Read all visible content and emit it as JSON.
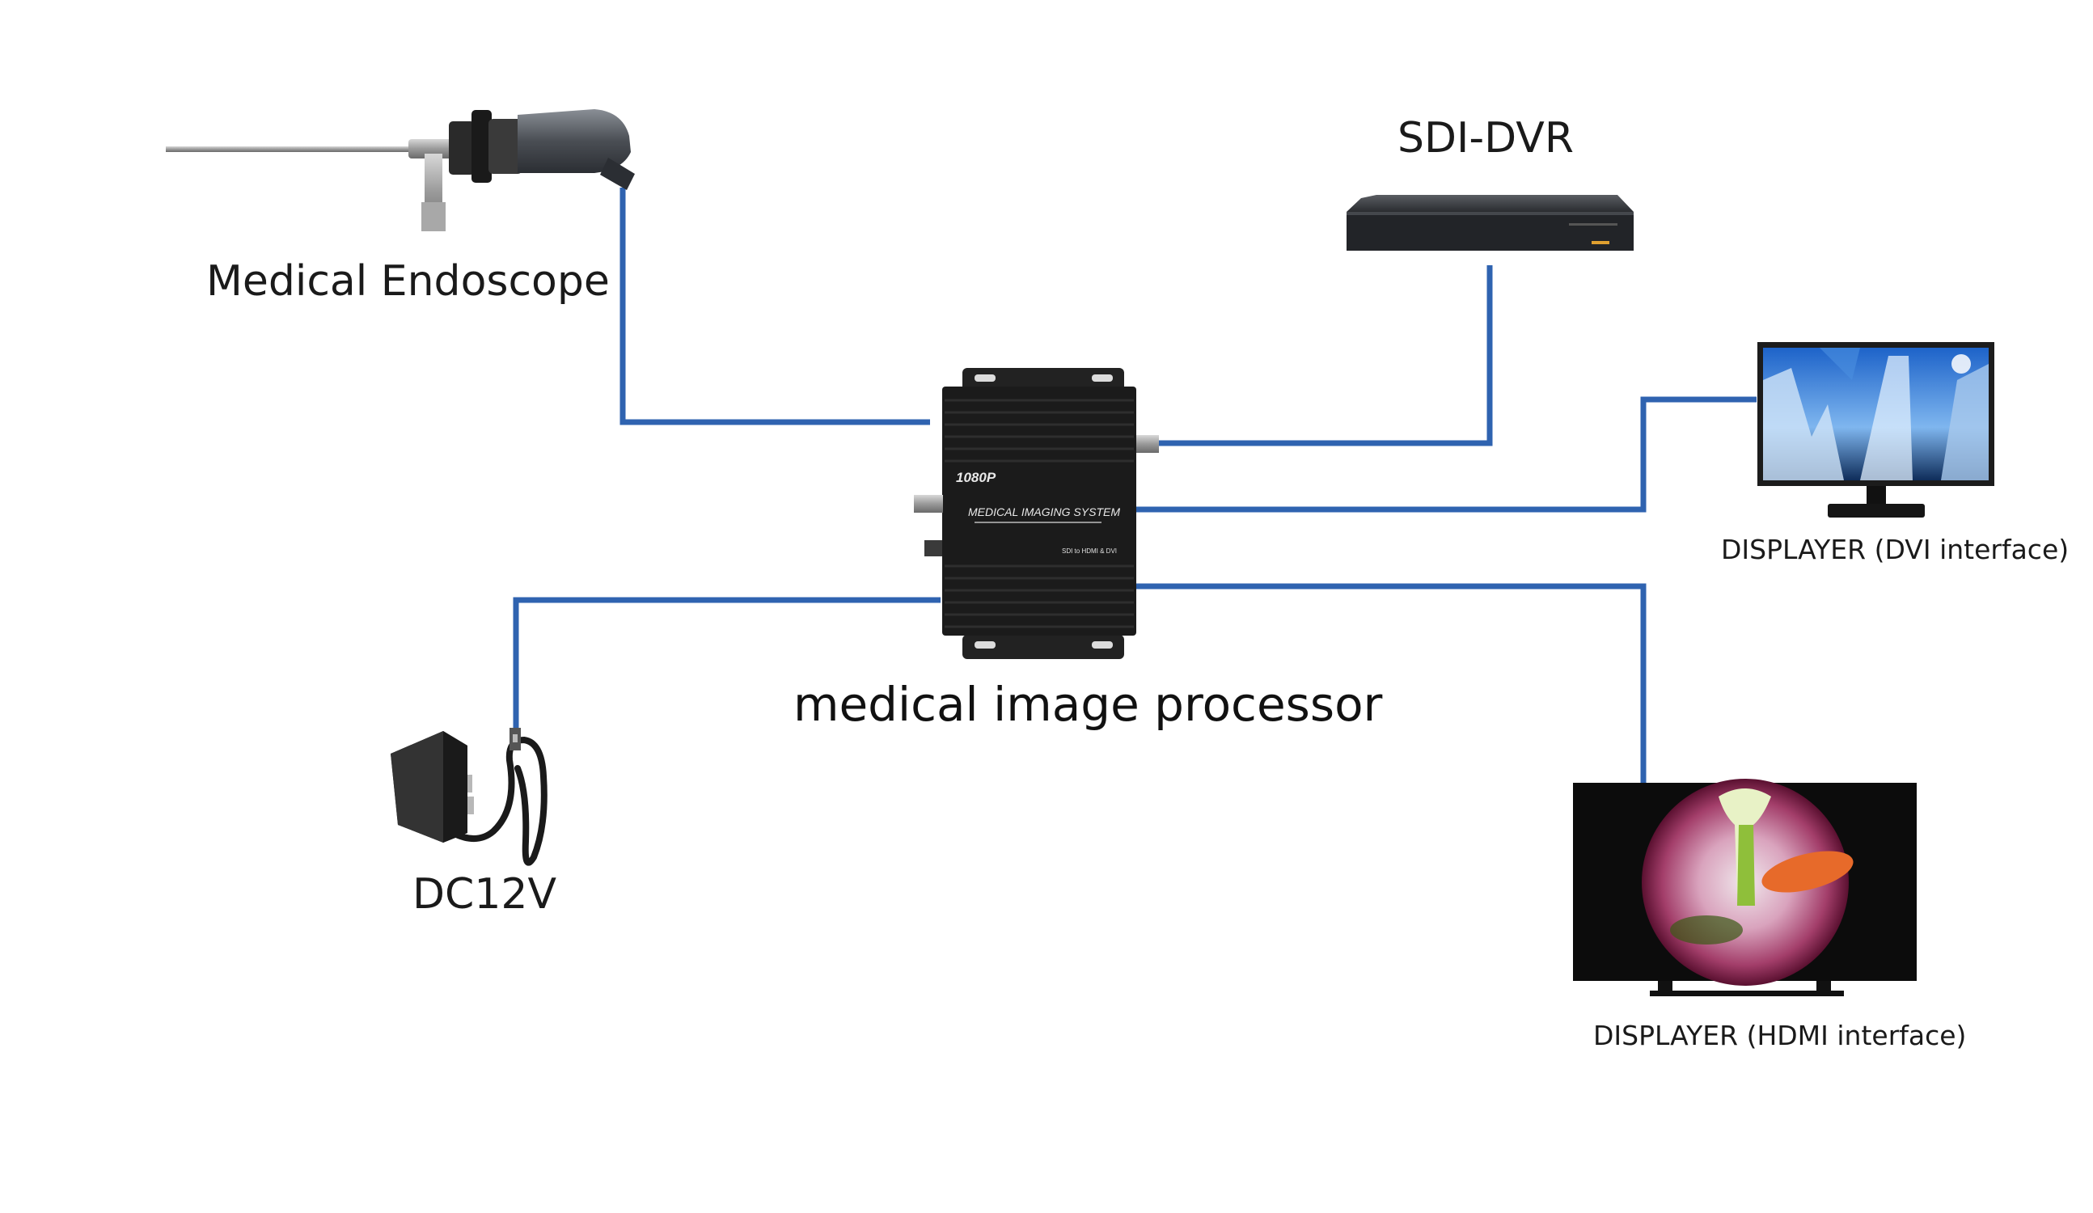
{
  "colors": {
    "cable": "#2f63b0",
    "device_body": "#1b1b1b",
    "background": "#ffffff",
    "label_text": "#1a1a1a"
  },
  "labels": {
    "endoscope": "Medical Endoscope",
    "dvr": "SDI-DVR",
    "processor": "medical image processor",
    "power": "DC12V",
    "display_dvi": "DISPLAYER (DVI interface)",
    "display_hdmi": "DISPLAYER (HDMI interface)"
  },
  "processor_panel": {
    "resolution": "1080P",
    "name": "MEDICAL IMAGING SYSTEM",
    "io": "SDI to HDMI & DVI"
  },
  "icons": {
    "endoscope": "endoscope-camera-icon",
    "dvr": "dvr-recorder-icon",
    "processor": "image-processor-box-icon",
    "power": "power-adapter-icon",
    "display_dvi": "monitor-icon",
    "display_hdmi": "tv-icon"
  }
}
